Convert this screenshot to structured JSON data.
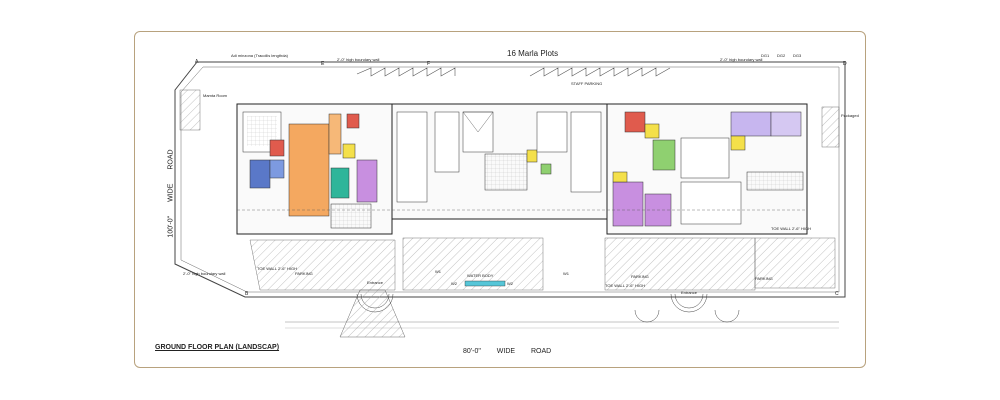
{
  "plan": {
    "title": "16 Marla Plots",
    "caption": "GROUND FLOOR PLAN (LANDSCAP)",
    "bottom_road": "80'-0\" WIDE ROAD",
    "left_road": "100'-0\" WIDE ROAD",
    "top_note": "Adi minzona (Tracollis lengthda)",
    "top_wall_left": "2'-0\" high boundary wall",
    "top_wall_right": "2'-0\" high boundary wall",
    "grid_letters": [
      "A",
      "E",
      "F",
      "D",
      "B",
      "C"
    ],
    "dg_labels": [
      "DG1",
      "DG2",
      "DG3"
    ],
    "labels": {
      "parking_1": "PARKING",
      "parking_2": "PARKING",
      "parking_3": "PARKING",
      "staff_parking": "STAFF PARKING",
      "entrance_1": "Entrance",
      "entrance_2": "Entrance",
      "w1_a": "W1",
      "w1_b": "W1",
      "w2_a": "W2",
      "w2_b": "W2",
      "toe_wall_1": "TOE WALL 2'-6\" HIGH",
      "toe_wall_2": "TOE WALL 2'-6\" HIGH",
      "toe_wall_3": "TOE WALL 2'-6\" HIGH",
      "boundary_left": "2'-0\" high boundary wall",
      "packaged": "Packaged",
      "mamta_room": "Mamta Room",
      "water_body": "WATER BODY"
    }
  },
  "colors": {
    "frame": "#b8a27e",
    "orange_room": "#f4a860",
    "purple_room": "#c88fe0",
    "teal_room": "#2fb59a",
    "yellow_room": "#f4e04a",
    "blue_room": "#5a78c8",
    "green_room": "#8fd070",
    "red_room": "#e05b4d",
    "lavender_room": "#c7b6ef",
    "wall": "#333333",
    "hatch": "#888888",
    "water": "#56c6d8"
  }
}
